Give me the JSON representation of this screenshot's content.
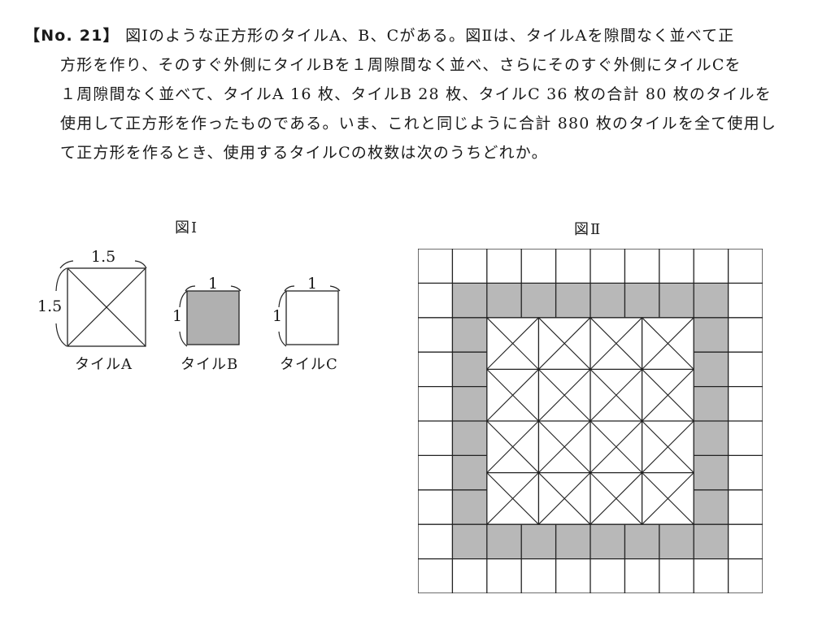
{
  "problem": {
    "number_label": "【No. 21】",
    "lines": [
      "図Ⅰのような正方形のタイルA、B、Cがある。図Ⅱは、タイルAを隙間なく並べて正",
      "方形を作り、そのすぐ外側にタイルBを１周隙間なく並べ、さらにそのすぐ外側にタイルCを",
      "１周隙間なく並べて、タイルA 16 枚、タイルB 28 枚、タイルC 36 枚の合計 80 枚のタイルを",
      "使用して正方形を作ったものである。いま、これと同じように合計 880 枚のタイルを全て使用し",
      "て正方形を作るとき、使用するタイルCの枚数は次のうちどれか。"
    ]
  },
  "figure1": {
    "title": "図Ⅰ",
    "tiles": [
      {
        "label": "タイルA",
        "side_top": "1.5",
        "side_left": "1.5",
        "pattern": "diagonals"
      },
      {
        "label": "タイルB",
        "side_top": "1",
        "side_left": "1",
        "pattern": "shaded"
      },
      {
        "label": "タイルC",
        "side_top": "1",
        "side_left": "1",
        "pattern": "plain"
      }
    ]
  },
  "figure2": {
    "title": "図Ⅱ",
    "grid_units": 10,
    "tile_counts": {
      "A": 16,
      "B": 28,
      "C": 36,
      "total": 80
    },
    "colors": {
      "shade": "#b8b8b8",
      "line": "#222222"
    }
  }
}
